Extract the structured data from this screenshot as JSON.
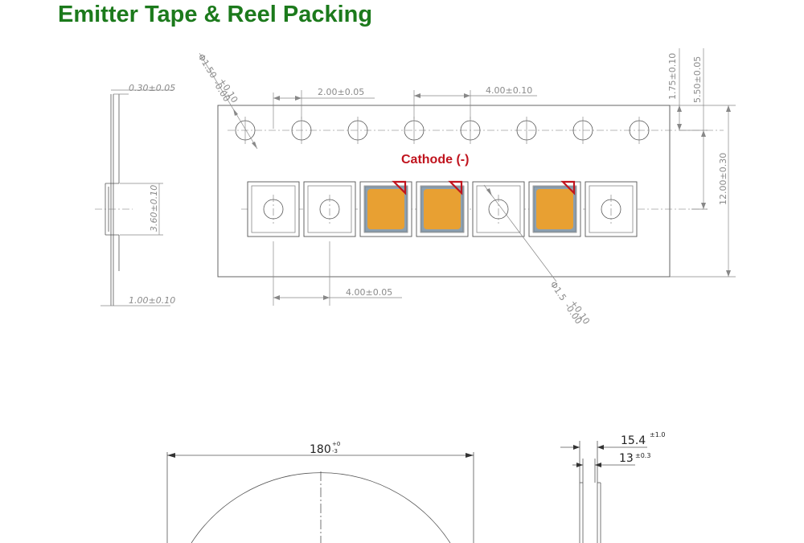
{
  "title": "Emitter Tape & Reel Packing",
  "colors": {
    "title": "#1c7a1c",
    "cathode_label": "#c0141e",
    "led_phosphor": "#e8a032",
    "led_package": "#8ca0b0"
  },
  "tape": {
    "cathode_label": "Cathode (-)",
    "pockets": [
      "empty",
      "empty",
      "led",
      "led",
      "empty",
      "led",
      "empty"
    ],
    "dims": {
      "thickness": "0.30±0.05",
      "pocket_depth": "3.60±0.10",
      "carrier_thickness": "1.00±0.10",
      "sprocket_hole_dia": "Φ1.50",
      "sprocket_hole_tol_plus": "+0.10",
      "sprocket_hole_tol_minus": "-0.00",
      "hole_to_pocket": "2.00±0.05",
      "sprocket_pitch": "4.00±0.10",
      "pocket_pitch": "4.00±0.05",
      "edge_to_hole": "1.75±0.10",
      "hole_to_pocket_center": "5.50±0.05",
      "tape_width": "12.00±0.30",
      "pocket_hole_dia": "Φ1.5",
      "pocket_hole_tol_plus": "+0.10",
      "pocket_hole_tol_minus": "-0.00"
    }
  },
  "reel": {
    "diameter_value": "180",
    "diameter_tol_plus": "+0",
    "diameter_tol_minus": "-3",
    "outer_width_value": "15.4",
    "outer_width_tol": "±1.0",
    "inner_width_value": "13",
    "inner_width_tol": "±0.3"
  }
}
